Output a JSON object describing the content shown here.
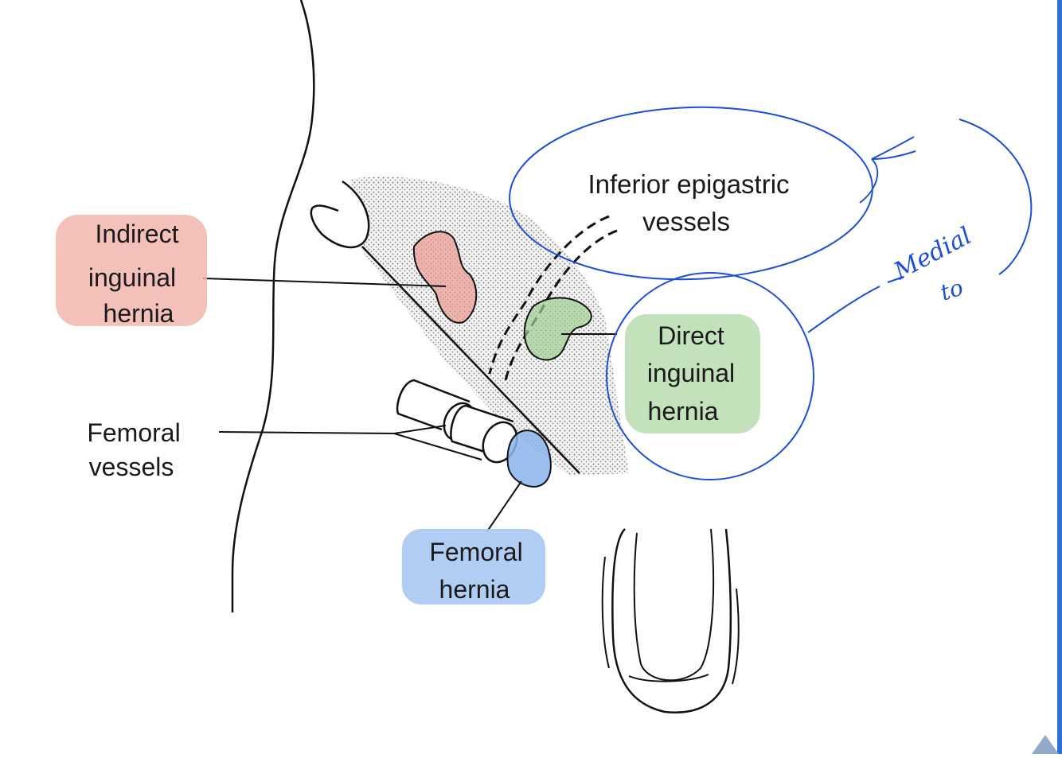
{
  "labels": {
    "indirect": [
      "Indirect",
      "inguinal",
      "hernia"
    ],
    "epigastric": [
      "Inferior epigastric",
      "vessels"
    ],
    "direct": [
      "Direct",
      "inguinal",
      "hernia"
    ],
    "femoral_vessels": [
      "Femoral",
      "vessels"
    ],
    "femoral_hernia": [
      "Femoral",
      "hernia"
    ]
  },
  "annotation": {
    "handwritten": [
      "Medial",
      "to"
    ]
  },
  "colors": {
    "indirect_highlight": "#f2b5ae",
    "direct_highlight": "#b9dcae",
    "femoral_highlight": "#a9c8f2",
    "annotation_ink": "#1a4fd8"
  },
  "icons": {
    "scroll": "triangle-up-icon"
  }
}
